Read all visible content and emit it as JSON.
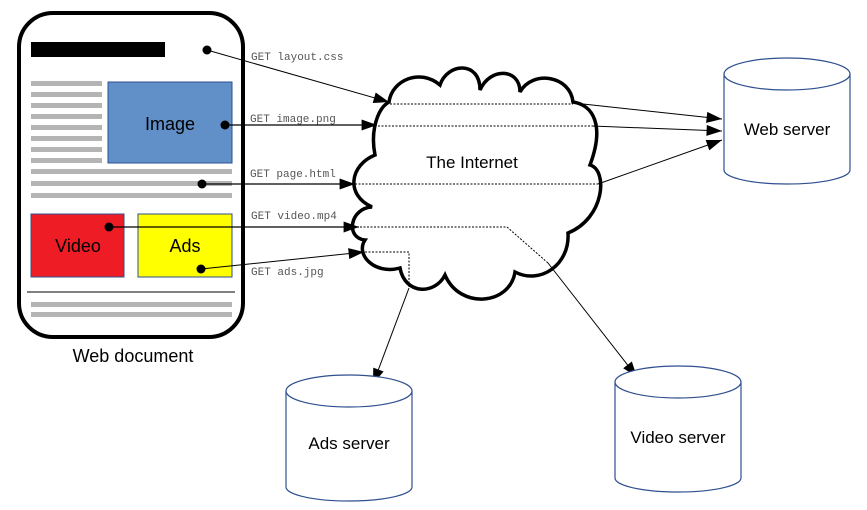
{
  "diagram": {
    "document": {
      "caption": "Web document",
      "image_box": {
        "label": "Image",
        "color": "#6190c8"
      },
      "video_box": {
        "label": "Video",
        "color": "#ee1c25"
      },
      "ads_box": {
        "label": "Ads",
        "color": "#ffff00"
      },
      "text_line_color": "#b4b4b4"
    },
    "cloud": {
      "label": "The Internet"
    },
    "servers": {
      "web": {
        "label": "Web server"
      },
      "ads": {
        "label": "Ads server"
      },
      "video": {
        "label": "Video server"
      }
    },
    "requests": [
      {
        "label": "GET layout.css",
        "target": "web"
      },
      {
        "label": "GET image.png",
        "target": "web"
      },
      {
        "label": "GET page.html",
        "target": "web"
      },
      {
        "label": "GET video.mp4",
        "target": "video"
      },
      {
        "label": "GET ads.jpg",
        "target": "ads"
      }
    ],
    "server_stroke_color": "#2f4f8f"
  }
}
